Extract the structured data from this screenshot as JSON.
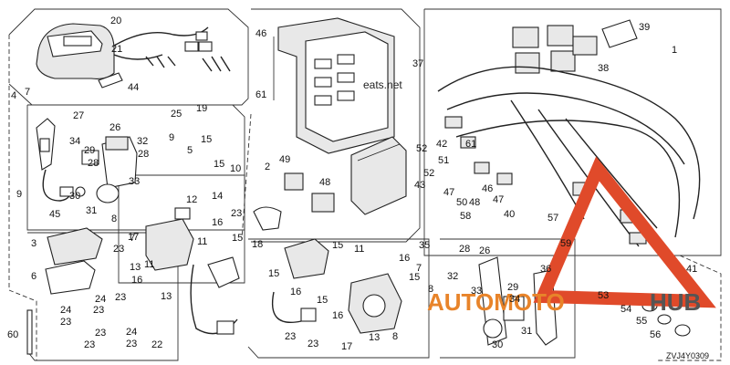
{
  "diagram_code": "ZVJ4Y0309",
  "watermark": "eats.net",
  "brand_mark": {
    "part1": "AUTOMOTO",
    "part2": "HUB",
    "accent_color": "#e04a2a",
    "accent_color2": "#e8842a",
    "text_color": "#555555"
  },
  "part_numbers": [
    "1",
    "2",
    "3",
    "4",
    "5",
    "6",
    "7",
    "8",
    "9",
    "10",
    "11",
    "12",
    "13",
    "14",
    "15",
    "16",
    "17",
    "18",
    "19",
    "20",
    "21",
    "22",
    "23",
    "24",
    "25",
    "26",
    "27",
    "28",
    "29",
    "30",
    "31",
    "32",
    "33",
    "34",
    "35",
    "36",
    "37",
    "38",
    "39",
    "40",
    "41",
    "42",
    "43",
    "44",
    "45",
    "46",
    "47",
    "48",
    "49",
    "50",
    "51",
    "52",
    "53",
    "54",
    "55",
    "56",
    "57",
    "58",
    "59",
    "60",
    "61"
  ]
}
